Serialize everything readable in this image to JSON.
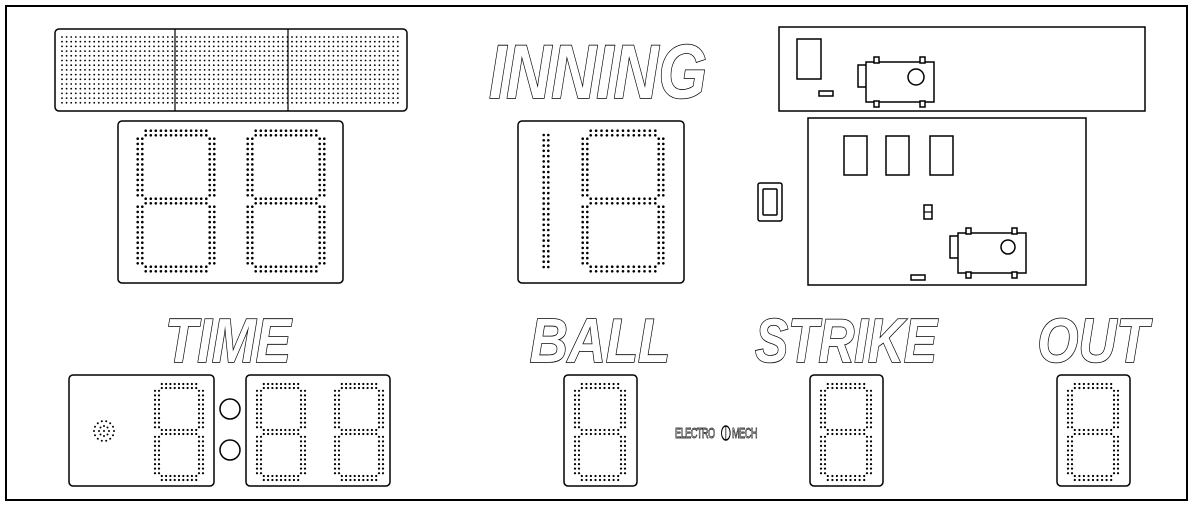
{
  "scoreboard": {
    "labels": {
      "inning": "INNING",
      "time": "TIME",
      "ball": "BALL",
      "strike": "STRIKE",
      "out": "OUT"
    },
    "brand": "ELECTRO",
    "brand_suffix": "MECH",
    "colors": {
      "outline": "#000000",
      "background": "#ffffff",
      "dot": "#000000"
    }
  }
}
